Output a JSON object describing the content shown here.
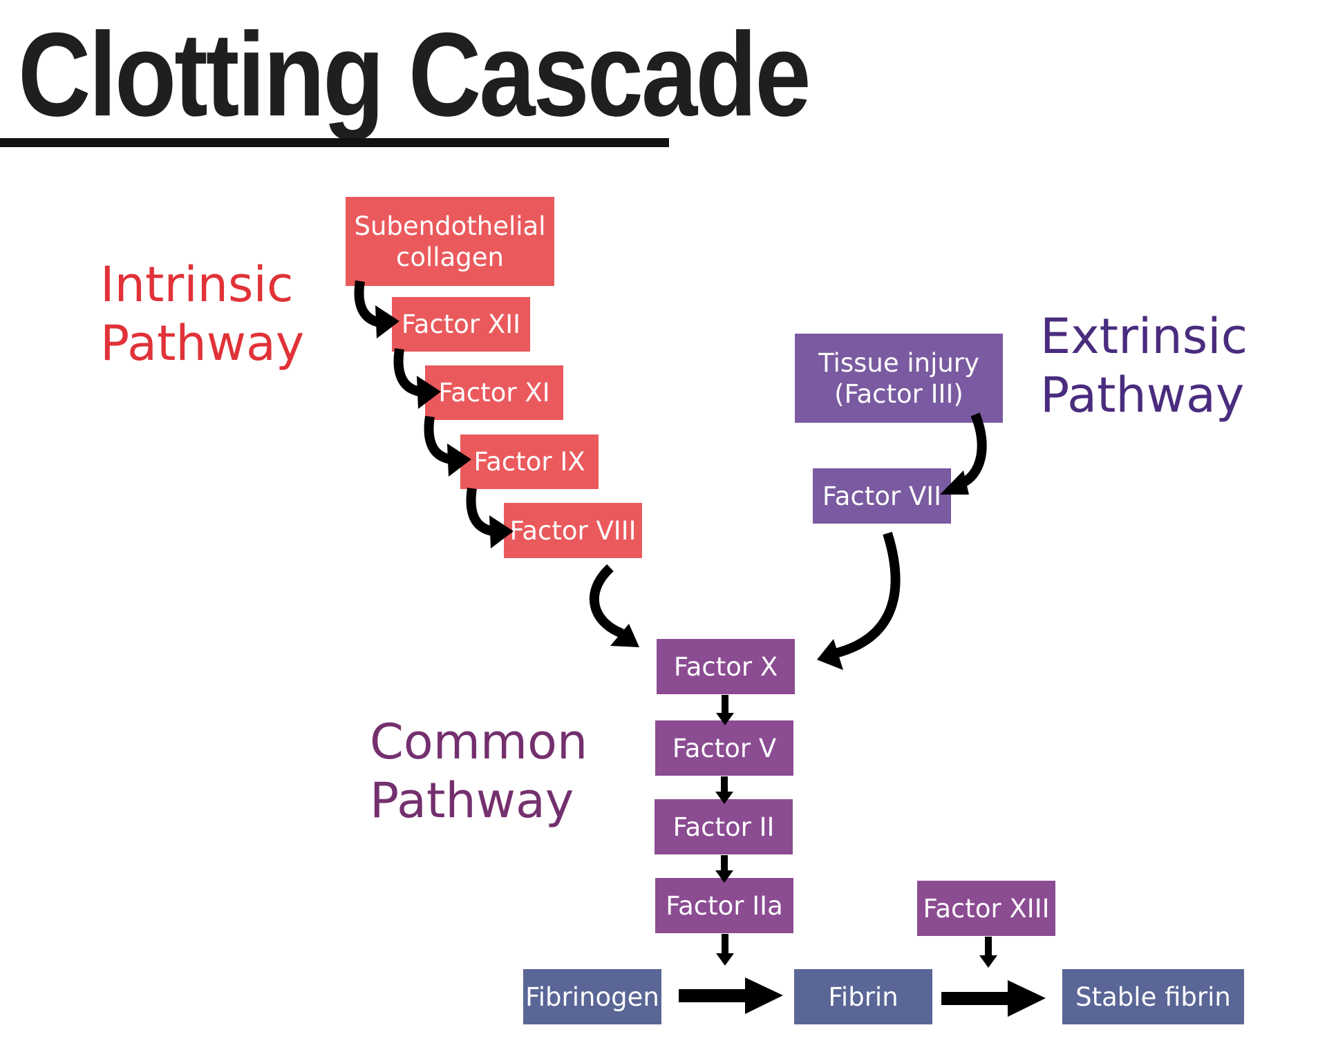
{
  "title": "Clotting Cascade",
  "labels": {
    "intrinsic": [
      "Intrinsic",
      "Pathway"
    ],
    "extrinsic": [
      "Extrinsic",
      "Pathway"
    ],
    "common": [
      "Common",
      "Pathway"
    ]
  },
  "colors": {
    "intrinsic": "#ea5a5d",
    "intrinsic_text": "#e03238",
    "extrinsic": "#7a5aa0",
    "extrinsic_text": "#4a2c7e",
    "common": "#8b4c92",
    "common_text": "#74306e",
    "fibrin": "#5a6696",
    "arrow": "#000000"
  },
  "nodes": {
    "collagen": [
      "Subendothelial",
      "collagen"
    ],
    "f12": "Factor XII",
    "f11": "Factor XI",
    "f9": "Factor IX",
    "f8": "Factor VIII",
    "tissue": [
      "Tissue injury",
      "(Factor III)"
    ],
    "f7": "Factor VII",
    "f10": "Factor X",
    "f5": "Factor V",
    "f2": "Factor II",
    "f2a": "Factor IIa",
    "f13": "Factor XIII",
    "fibrinogen": "Fibrinogen",
    "fibrin": "Fibrin",
    "stable": "Stable fibrin"
  },
  "edges": [
    [
      "collagen",
      "f12"
    ],
    [
      "f12",
      "f11"
    ],
    [
      "f11",
      "f9"
    ],
    [
      "f9",
      "f8"
    ],
    [
      "f8",
      "f10"
    ],
    [
      "tissue",
      "f7"
    ],
    [
      "f7",
      "f10"
    ],
    [
      "f10",
      "f5"
    ],
    [
      "f5",
      "f2"
    ],
    [
      "f2",
      "f2a"
    ],
    [
      "f2a",
      "fibrin"
    ],
    [
      "fibrinogen",
      "fibrin"
    ],
    [
      "f13",
      "stable"
    ],
    [
      "fibrin",
      "stable"
    ]
  ]
}
